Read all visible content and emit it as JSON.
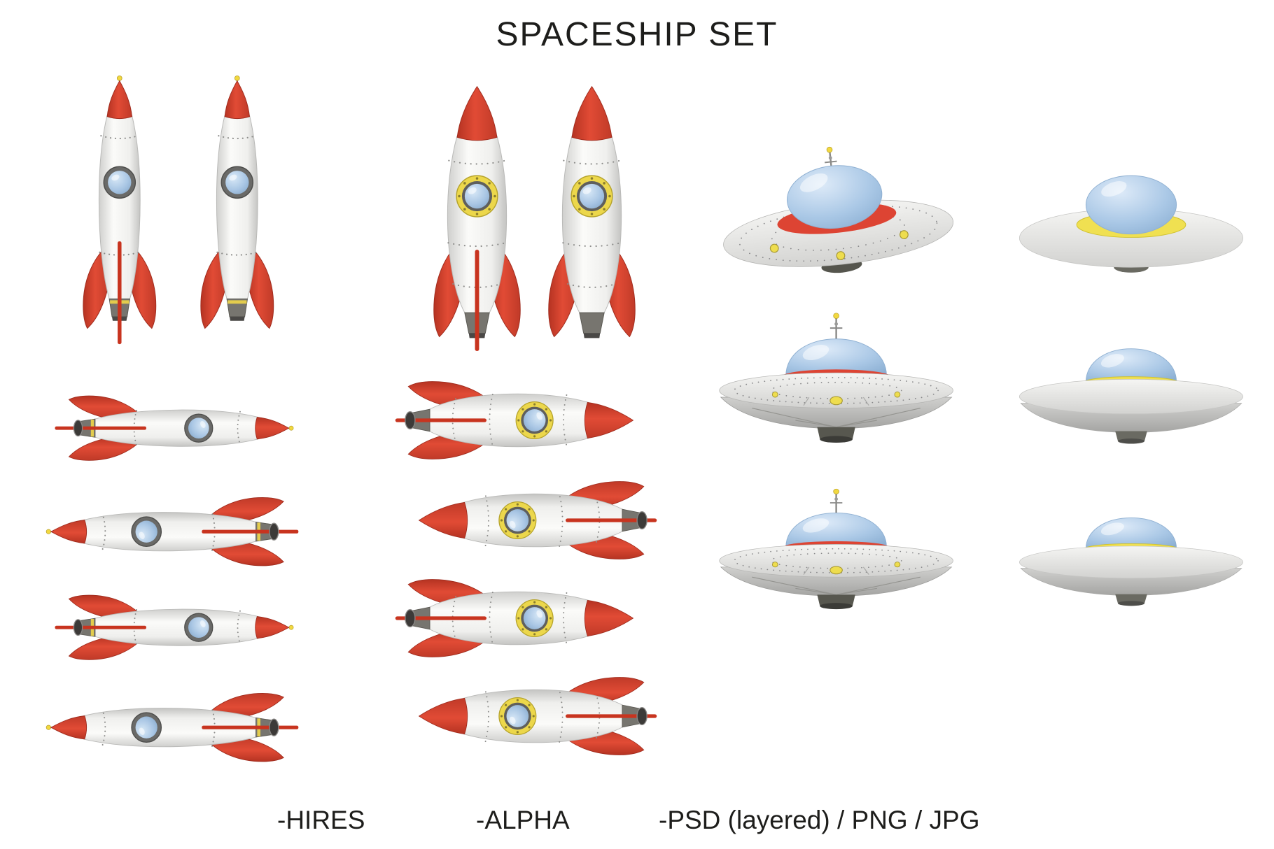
{
  "page": {
    "title": "SPACESHIP SET",
    "background_color": "#ffffff",
    "text_color": "#1d1d1b"
  },
  "footer": {
    "items": [
      {
        "label": "-HIRES"
      },
      {
        "label": "-ALPHA"
      },
      {
        "label": "-PSD (layered) / PNG / JPG"
      }
    ]
  },
  "palette": {
    "rocket_body_white": "#f2f2f0",
    "accent_red": "#d8402c",
    "dark_red": "#a02c1e",
    "porthole_glass_blue": "#a9c6e4",
    "ring_yellow": "#eeda4d",
    "engine_gray": "#77756f",
    "ufo_dome_blue": "#aac8e6",
    "ufo_hull_gray": "#e2e2e0",
    "ufo_underside_gray": "#b5b5b3"
  },
  "figures": {
    "rocket_classic_views": [
      "front",
      "side",
      "flying-right",
      "flying-left",
      "flying-right-angled",
      "flying-left-angled"
    ],
    "rocket_round_views": [
      "front",
      "side",
      "flying-right",
      "flying-left",
      "flying-right-angled",
      "flying-left-angled"
    ],
    "ufo_detailed_views": [
      "tilted-top",
      "side",
      "front"
    ],
    "ufo_plain_views": [
      "tilted-top",
      "side",
      "front"
    ]
  }
}
